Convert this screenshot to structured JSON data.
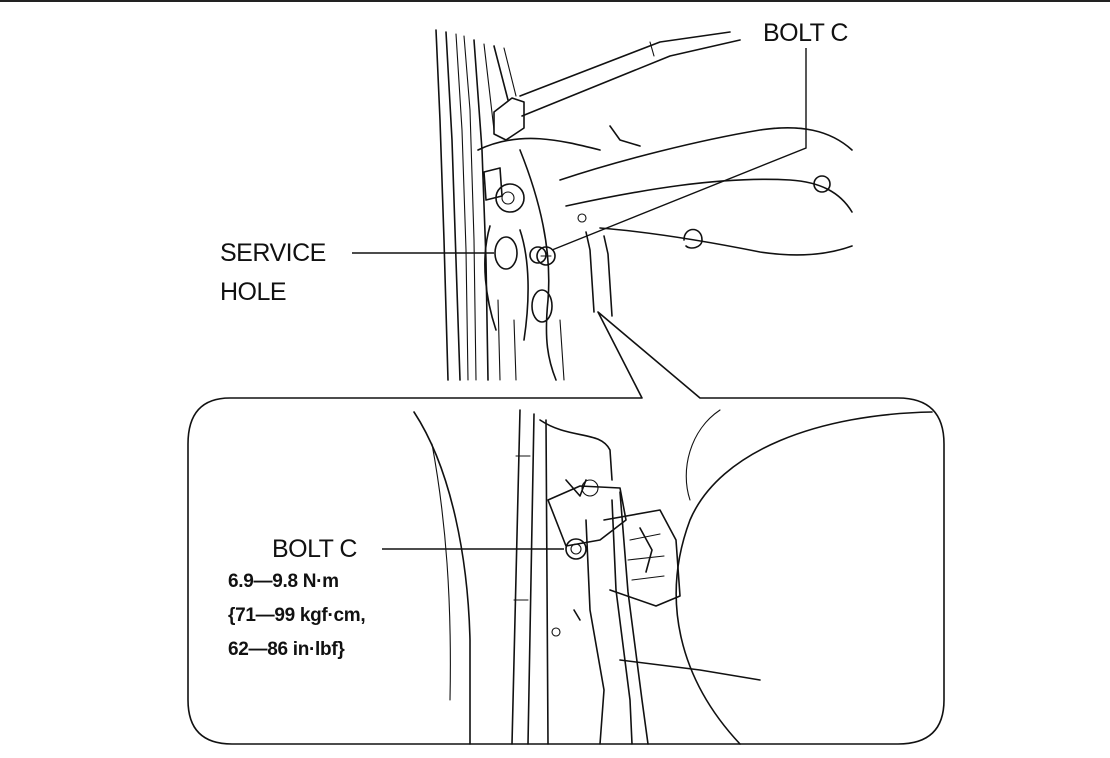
{
  "labels": {
    "bolt_c_top": "BOLT C",
    "service_hole_line1": "SERVICE",
    "service_hole_line2": "HOLE",
    "bolt_c_detail": "BOLT C",
    "torque_line1": "6.9—9.8 N·m",
    "torque_line2": "{71—99 kgf·cm,",
    "torque_line3": "62—86 in·lbf}"
  }
}
